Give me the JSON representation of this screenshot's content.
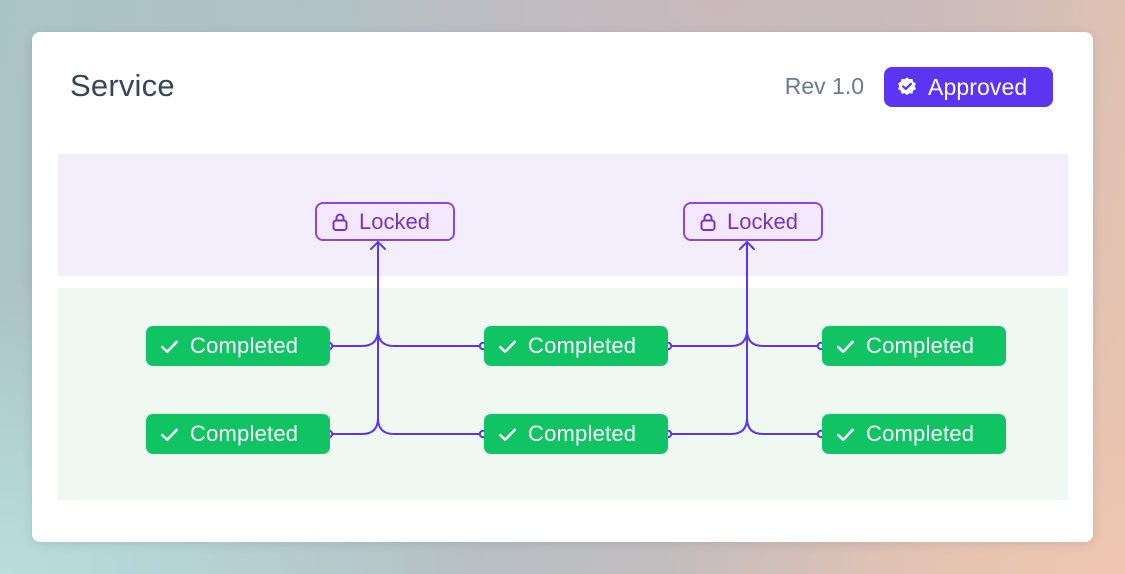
{
  "header": {
    "title": "Service",
    "revision": "Rev 1.0",
    "status_label": "Approved",
    "status_icon": "verified-badge-icon"
  },
  "colors": {
    "accent": "#5b35f2",
    "locked": "#8a48d6",
    "completed": "#10c464",
    "connector": "#5b35f2"
  },
  "lanes": {
    "locked": {
      "nodes": [
        {
          "label": "Locked",
          "icon": "lock-icon"
        },
        {
          "label": "Locked",
          "icon": "lock-icon"
        }
      ]
    },
    "completed": {
      "nodes": [
        {
          "label": "Completed",
          "icon": "check-icon"
        },
        {
          "label": "Completed",
          "icon": "check-icon"
        },
        {
          "label": "Completed",
          "icon": "check-icon"
        },
        {
          "label": "Completed",
          "icon": "check-icon"
        },
        {
          "label": "Completed",
          "icon": "check-icon"
        },
        {
          "label": "Completed",
          "icon": "check-icon"
        }
      ]
    }
  }
}
